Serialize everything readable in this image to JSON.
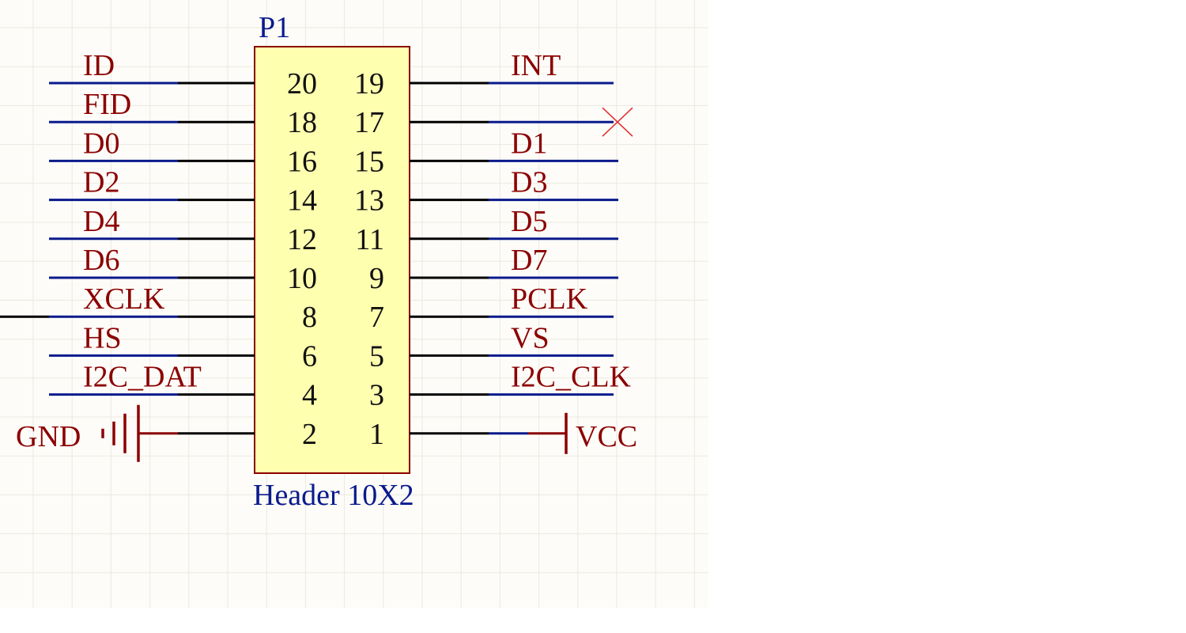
{
  "component": {
    "designator": "P1",
    "comment": "Header 10X2",
    "body_color": "#FFFFB0",
    "body_stroke": "#8B0000"
  },
  "colors": {
    "background": "#FDFCF8",
    "grid": "#ECE9E1",
    "pin_line": "#000000",
    "wire": "#0A1A8C",
    "net_label": "#8B0000",
    "designator": "#0A1A8C",
    "no_erc": "#E03030",
    "power_port": "#8B0000"
  },
  "left_pins": [
    {
      "num": "20",
      "net": "ID"
    },
    {
      "num": "18",
      "net": "FID"
    },
    {
      "num": "16",
      "net": "D0"
    },
    {
      "num": "14",
      "net": "D2"
    },
    {
      "num": "12",
      "net": "D4"
    },
    {
      "num": "10",
      "net": "D6"
    },
    {
      "num": "8",
      "net": "XCLK"
    },
    {
      "num": "6",
      "net": "HS"
    },
    {
      "num": "4",
      "net": "I2C_DAT"
    },
    {
      "num": "2",
      "net": ""
    }
  ],
  "right_pins": [
    {
      "num": "19",
      "net": "INT"
    },
    {
      "num": "17",
      "net": ""
    },
    {
      "num": "15",
      "net": "D1"
    },
    {
      "num": "13",
      "net": "D3"
    },
    {
      "num": "11",
      "net": "D5"
    },
    {
      "num": "9",
      "net": "D7"
    },
    {
      "num": "7",
      "net": "PCLK"
    },
    {
      "num": "5",
      "net": "VS"
    },
    {
      "num": "3",
      "net": "I2C_CLK"
    },
    {
      "num": "1",
      "net": ""
    }
  ],
  "power_ports": {
    "ground": "GND",
    "supply": "VCC"
  },
  "markers": {
    "no_erc_pin": "17"
  }
}
